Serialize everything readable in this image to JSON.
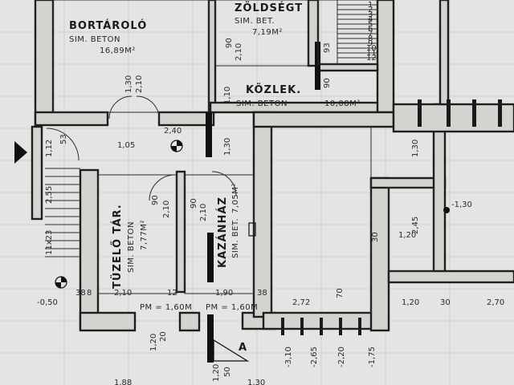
{
  "rooms": {
    "bortarolo": {
      "name": "BORTÁROLÓ",
      "finish": "SIM. BETON",
      "area": "16,89M²"
    },
    "zoldseg": {
      "name": "ZÖLDSÉGT",
      "finish": "SIM. BET.",
      "area": "7,19M²"
    },
    "kozlek": {
      "name": "KÖZLEK.",
      "finish": "SIM. BETON",
      "area": "10,08M²"
    },
    "tuzelo": {
      "name": "TÜZELŐ TÁR.",
      "finish": "SIM. BETON",
      "area": "7,77M²"
    },
    "kazanhaz": {
      "name": "KAZÁNHÁZ",
      "finish": "SIM. BET.",
      "area": "7,05M²"
    }
  },
  "levels": {
    "pm_left": "PM = 1,60M",
    "pm_right": "PM = 1,60M"
  },
  "section_mark": "A",
  "dimensions": {
    "d130_top": "1,30",
    "d210_top": "2,10",
    "d240": "2,40",
    "d105": "1,05",
    "d112": "1,12",
    "d53": "53",
    "d255": "2,55",
    "d11x23": "11x23",
    "d050": "-0,50",
    "d38a": "38",
    "d38b": "38",
    "d8": "8",
    "d210_bot": "2,10",
    "d12_bot": "12",
    "d190": "1,90",
    "d90_a": "90",
    "d210_a": "2,10",
    "d90_b": "90",
    "d210_b": "2,10",
    "d90_c": "90",
    "d210_c": "2,10",
    "d110": "1,10",
    "d90_d": "90",
    "d130_mid": "1,30",
    "d130_r": "1,30",
    "d245": "2,45",
    "d120": "1,20",
    "d130_far": "-1,30",
    "d30_a": "30",
    "d120_b": "1,20",
    "d30_b": "30",
    "d270": "2,70",
    "d272": "2,72",
    "d310": "-3,10",
    "d265": "-2,65",
    "d220": "-2,20",
    "d175": "-1,75",
    "d120_v": "1,20",
    "d20_v": "20",
    "d120_v2": "1,20",
    "d50_v": "50",
    "d188": "1,88",
    "d130_bot": "1,30",
    "d93": "93",
    "d70": "70",
    "d12_step": "12"
  },
  "stair_steps": [
    "1",
    "2",
    "3",
    "4",
    "5",
    "6",
    "7",
    "8",
    "9",
    "10",
    "11",
    "12"
  ]
}
